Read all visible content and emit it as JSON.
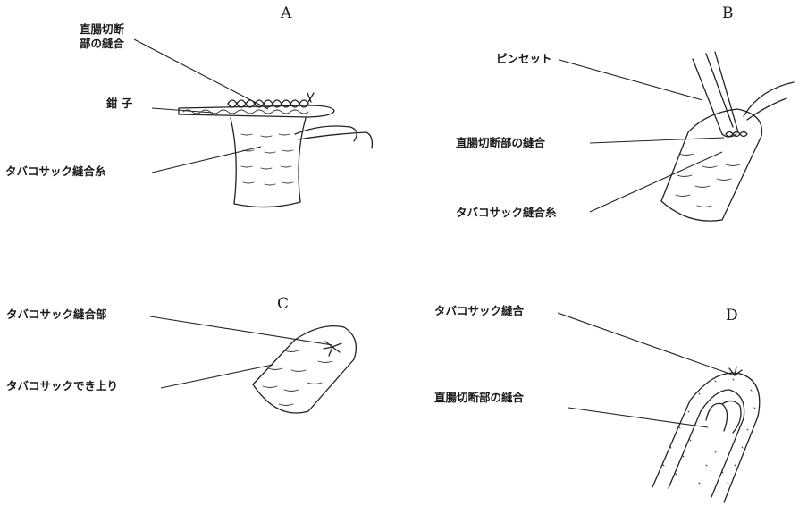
{
  "panels": {
    "A": {
      "letter": "A",
      "labels": {
        "suture_line1": "直腸切断",
        "suture_line2": "部の縫合",
        "forceps": "鉗 子",
        "pursestring_thread": "タバコサック縫合糸"
      }
    },
    "B": {
      "letter": "B",
      "labels": {
        "tweezers": "ピンセット",
        "rectal_stump_suture": "直腸切断部の縫合",
        "pursestring_thread": "タバコサック縫合糸"
      }
    },
    "C": {
      "letter": "C",
      "labels": {
        "pursestring_site": "タバコサック縫合部",
        "pursestring_done": "タバコサックでき上り"
      }
    },
    "D": {
      "letter": "D",
      "labels": {
        "pursestring": "タバコサック縫合",
        "rectal_stump_suture": "直腸切断部の縫合"
      }
    }
  }
}
